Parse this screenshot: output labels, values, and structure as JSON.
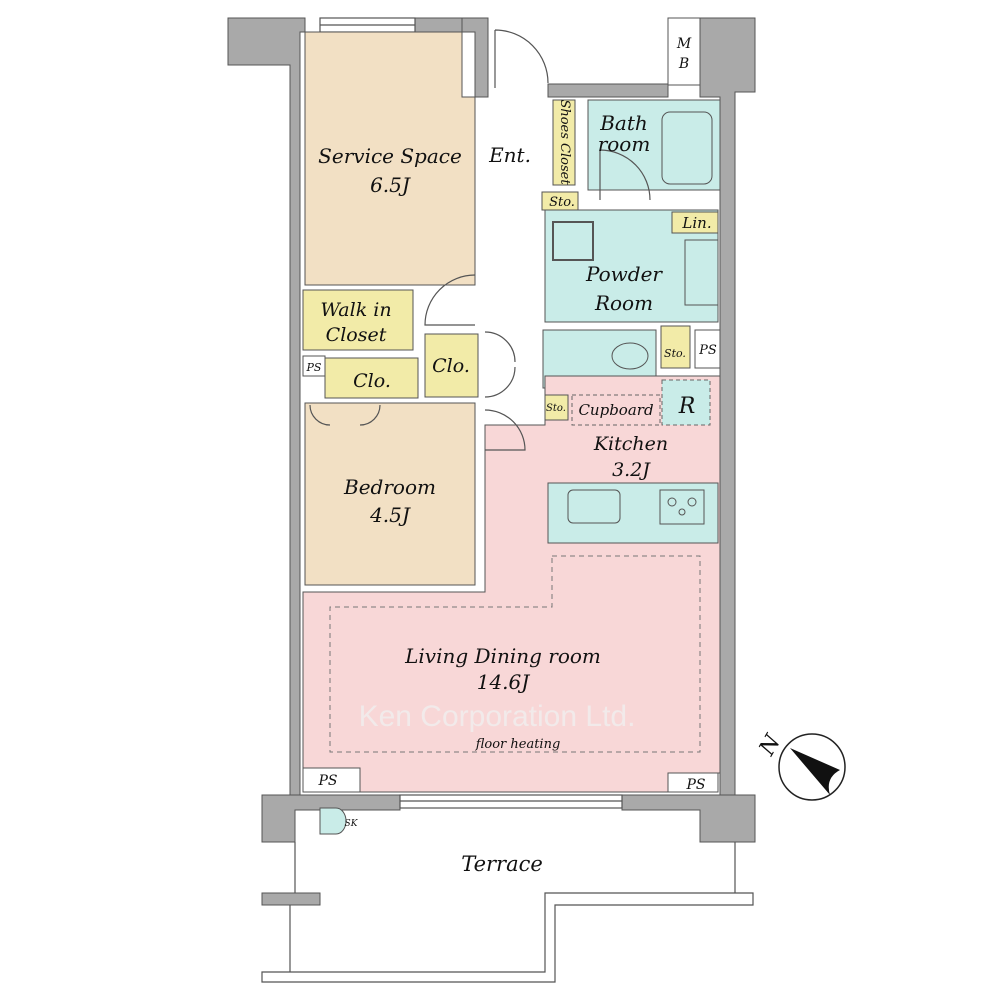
{
  "rooms": {
    "service_space": {
      "name": "Service Space",
      "size": "6.5J"
    },
    "walk_in_closet": {
      "line1": "Walk in",
      "line2": "Closet"
    },
    "closet_left": "Clo.",
    "closet_right": "Clo.",
    "bedroom": {
      "name": "Bedroom",
      "size": "4.5J"
    },
    "entrance": "Ent.",
    "shoes_closet": "Shoes Closet",
    "bathroom": {
      "line1": "Bath",
      "line2": "room"
    },
    "storage_1": "Sto.",
    "linen": "Lin.",
    "powder_room": {
      "line1": "Powder",
      "line2": "Room"
    },
    "storage_2": "Sto.",
    "storage_3": "Sto.",
    "cupboard": "Cupboard",
    "refrigerator": "R",
    "kitchen": {
      "name": "Kitchen",
      "size": "3.2J"
    },
    "living_dining": {
      "name": "Living Dining room",
      "size": "14.6J",
      "note": "floor heating"
    },
    "terrace": "Terrace",
    "sink_outdoor": "SK",
    "meter_box": {
      "line1": "M",
      "line2": "B"
    },
    "pipe_spaces": [
      "PS",
      "PS",
      "PS",
      "PS"
    ]
  },
  "watermark": "Ken Corporation Ltd.",
  "compass": {
    "label": "N"
  },
  "colors": {
    "wall": "#a9a9a9",
    "beige": "#f2e0c4",
    "yellow": "#f2eba8",
    "teal": "#c9ece8",
    "pink": "#f8d7d7"
  }
}
